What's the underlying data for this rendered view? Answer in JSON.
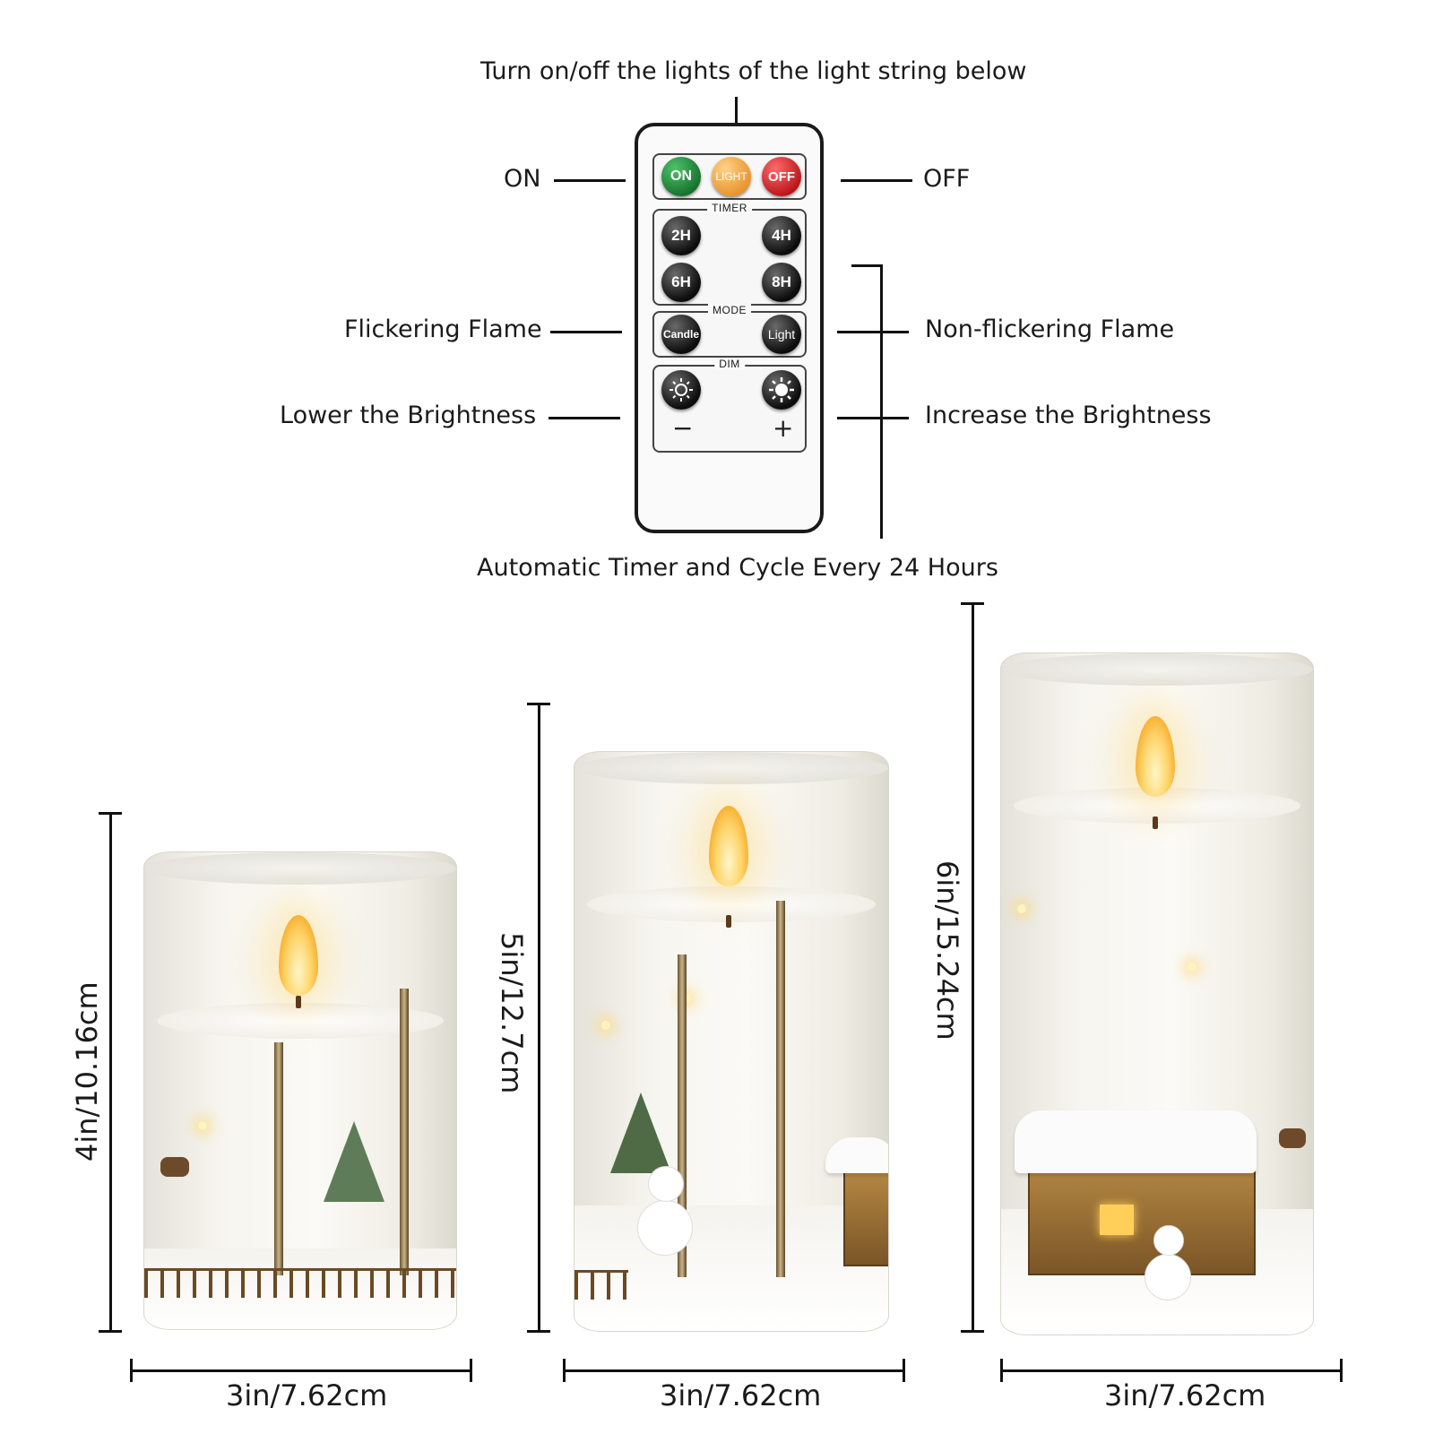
{
  "remote_annotations": {
    "top": "Turn on/off the lights of the light string below",
    "on": "ON",
    "off": "OFF",
    "flicker": "Flickering Flame",
    "nonflicker": "Non-flickering Flame",
    "lower": "Lower the Brightness",
    "increase": "Increase the Brightness",
    "timer_note": "Automatic Timer and Cycle Every 24 Hours"
  },
  "remote": {
    "buttons": {
      "on": "ON",
      "light": "LIGHT",
      "off": "OFF"
    },
    "timer_title": "TIMER",
    "timer": [
      "2H",
      "4H",
      "6H",
      "8H"
    ],
    "mode_title": "MODE",
    "mode": {
      "candle": "Candle",
      "light": "Light"
    },
    "dim_title": "DIM",
    "minus": "−",
    "plus": "+"
  },
  "candles": [
    {
      "height": "4in/10.16cm",
      "width": "3in/7.62cm"
    },
    {
      "height": "5in/12.7cm",
      "width": "3in/7.62cm"
    },
    {
      "height": "6in/15.24cm",
      "width": "3in/7.62cm"
    }
  ],
  "colors": {
    "on": "#1f8a3a",
    "light": "#f0a63a",
    "off": "#d6262a",
    "flame": "#ffd56b"
  }
}
